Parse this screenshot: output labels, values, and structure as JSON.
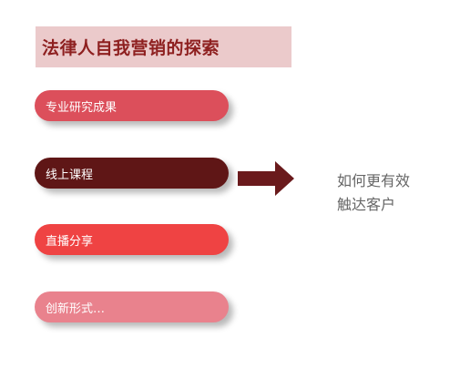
{
  "title": "法律人自我营销的探索",
  "items": [
    {
      "label": "专业研究成果",
      "color": "#dc4f5b"
    },
    {
      "label": "线上课程",
      "color": "#5f1616"
    },
    {
      "label": "直播分享",
      "color": "#ef4343"
    },
    {
      "label": "创新形式…",
      "color": "#e9828d"
    }
  ],
  "arrow_color": "#6a1a1c",
  "callout": {
    "line1": "如何更有效",
    "line2": "触达客户"
  }
}
